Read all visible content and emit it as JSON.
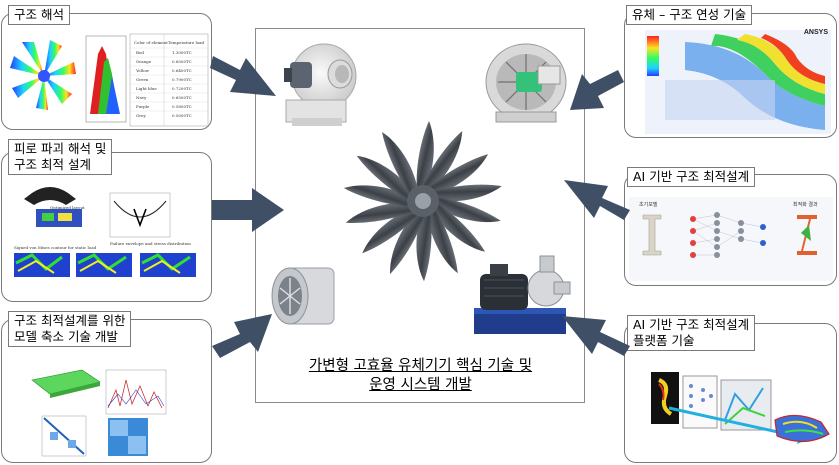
{
  "center": {
    "title_line1": "가변형 고효율 유체기기 핵심 기술 및",
    "title_line2": "운영 시스템 개발"
  },
  "panels": {
    "structural_analysis": {
      "label": "구조 해석",
      "table_header": [
        "Color of element",
        "Temperature load"
      ],
      "table_rows": [
        [
          "Red",
          "1.3000TC"
        ],
        [
          "Orange",
          "0.6500TC"
        ],
        [
          "Yellow",
          "0.6400TC"
        ],
        [
          "Green",
          "0.7900TC"
        ],
        [
          "Light blue",
          "0.7200TC"
        ],
        [
          "Navy",
          "0.6500TC"
        ],
        [
          "Purple",
          "0.5800TC"
        ],
        [
          "Grey",
          "0.5000TC"
        ]
      ]
    },
    "fatigue": {
      "label_line1": "피로 파괴 해석 및",
      "label_line2": "구조 최적 설계",
      "captions": [
        "Optimized layout",
        "Failure envelope and stress distribution",
        "Signed von Mises contour for static load"
      ]
    },
    "model_reduction": {
      "label_line1": "구조 최적설계를 위한",
      "label_line2": "모델 축소 기술 개발"
    },
    "fsi": {
      "label": "유체 – 구조 연성 기술",
      "brand": "ANSYS"
    },
    "ai_opt": {
      "label": "AI 기반 구조 최적설계",
      "initial_model": "초기모델",
      "result": "최적화 결과"
    },
    "ai_platform": {
      "label_line1": "AI 기반 구조 최적설계",
      "label_line2": "플랫폼 기술"
    }
  },
  "colors": {
    "arrow": "#3f4f66",
    "border": "#7a7a7a"
  }
}
